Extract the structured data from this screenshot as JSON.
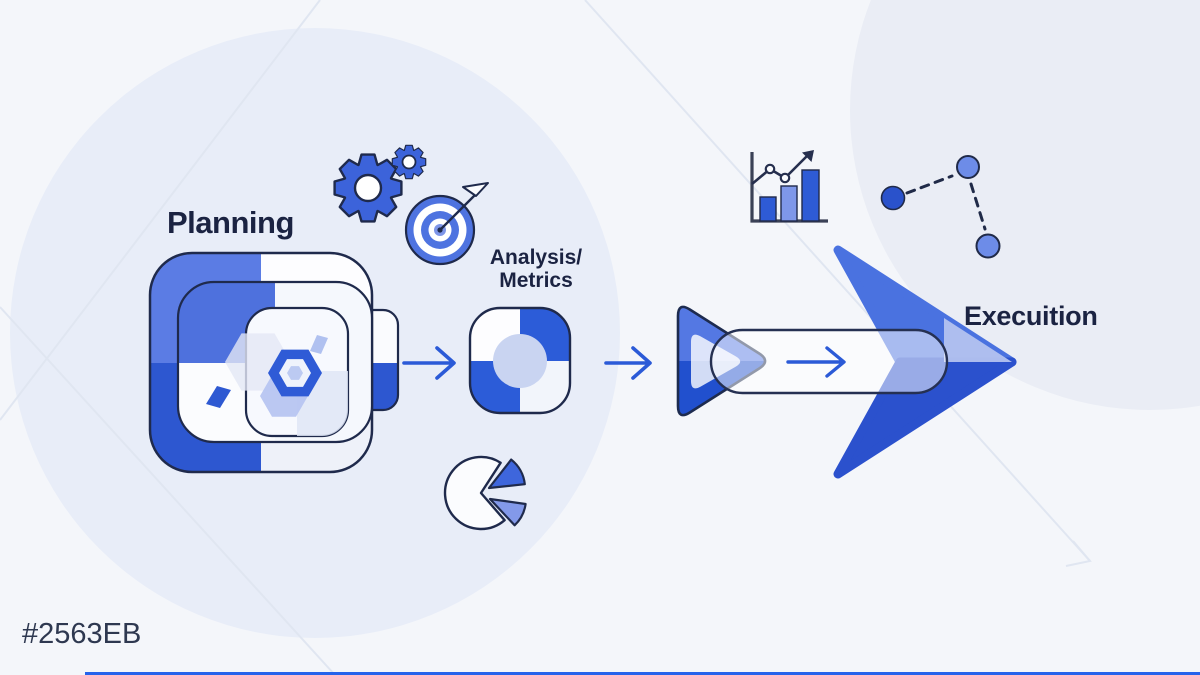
{
  "labels": {
    "planning": "Planning",
    "analysis_line1": "Analysis/",
    "analysis_line2": "Metrics",
    "execution": "Execuition",
    "hex_code": "#2563EB"
  },
  "flow": {
    "type": "process-flow",
    "steps": [
      "Planning",
      "Analysis/Metrics",
      "Execuition"
    ]
  },
  "colors": {
    "accent": "#2563EB",
    "blue_mid": "#4A72E0",
    "blue_deep": "#2B51CD",
    "blue_light": "#5B7CE4",
    "blue_pale": "#C7D3F0",
    "outline_navy": "#1F2A4C",
    "text_navy": "#1B2342",
    "background": "#F4F6FA"
  },
  "icons": [
    "planning-app-icon",
    "gears-icon",
    "target-icon",
    "bar-chart-icon",
    "dotted-path-icon",
    "quadrant-circle-icon",
    "pie-chart-icon",
    "flow-arrow",
    "play-icon",
    "pill-arrow-icon",
    "big-arrow-icon"
  ]
}
